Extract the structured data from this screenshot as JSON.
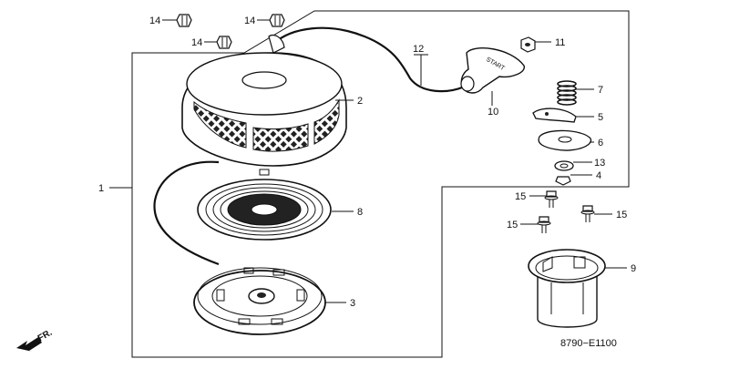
{
  "diagram": {
    "drawing_code": "8790−E1100",
    "front_marker": "FR.",
    "callouts": {
      "c1": "1",
      "c2": "2",
      "c3": "3",
      "c4": "4",
      "c5": "5",
      "c6": "6",
      "c7": "7",
      "c8": "8",
      "c9": "9",
      "c10": "10",
      "c11": "11",
      "c12": "12",
      "c13": "13",
      "c14a": "14",
      "c14b": "14",
      "c14c": "14",
      "c15a": "15",
      "c15b": "15",
      "c15c": "15"
    },
    "handle_text": "START"
  }
}
